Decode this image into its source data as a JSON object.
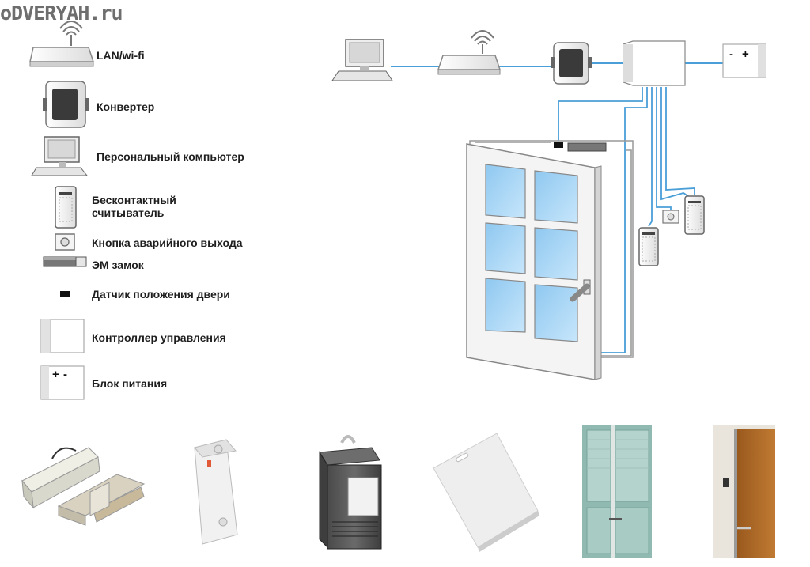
{
  "watermark": "oDVERYAH.ru",
  "legend": {
    "lan": "LAN/wi-fi",
    "converter": "Конвертер",
    "computer": "Персональный компьютер",
    "reader": "Бесконтактный считыватель",
    "exit_button": "Кнопка аварийного выхода",
    "em_lock": "ЭМ замок",
    "door_sensor": "Датчик положения двери",
    "controller": "Контроллер управления",
    "power": "Блок питания"
  },
  "power_supply_symbols": {
    "minus": "-",
    "plus": "+"
  },
  "legend_power_symbols": {
    "plus": "+",
    "minus": "-"
  },
  "colors": {
    "cable": "#4a9fd8",
    "glass": "#a9d6f5",
    "door_frame": "#f2f2f2"
  }
}
